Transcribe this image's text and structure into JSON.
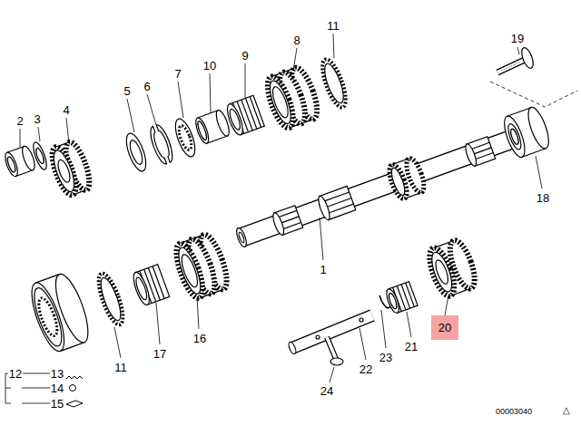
{
  "diagram": {
    "labels": [
      "2",
      "3",
      "4",
      "5",
      "6",
      "7",
      "10",
      "9",
      "8",
      "11",
      "19",
      "18",
      "1",
      "11",
      "16",
      "17",
      "12",
      "13",
      "14",
      "15",
      "22",
      "23",
      "21",
      "20",
      "24",
      "00003040",
      "△"
    ]
  }
}
